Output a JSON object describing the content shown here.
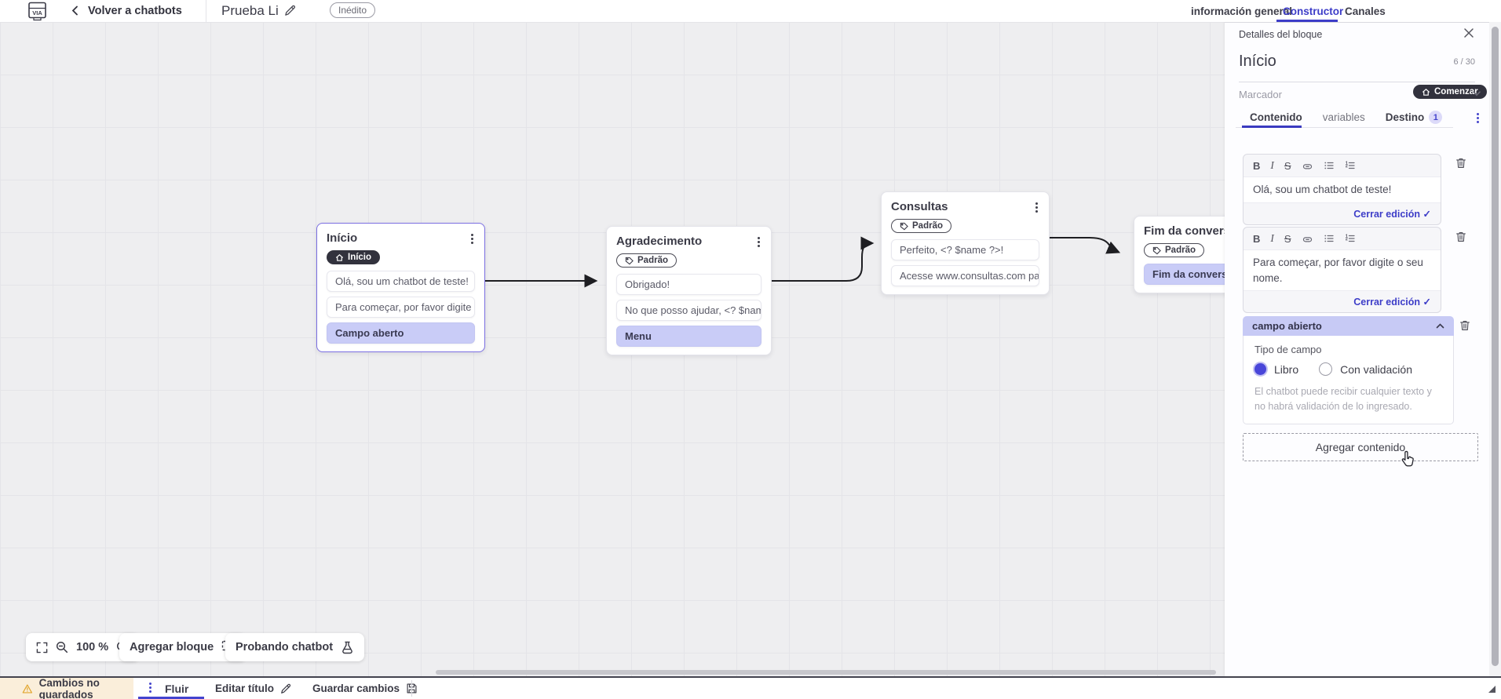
{
  "header": {
    "logo_label": "VIA",
    "back_label": "Volver a chatbots",
    "title": "Prueba Li",
    "status_badge": "Inédito",
    "tabs": [
      {
        "label": "información general",
        "active": false
      },
      {
        "label": "Constructor",
        "active": true
      },
      {
        "label": "Canales",
        "active": false
      }
    ]
  },
  "canvas": {
    "controls": {
      "zoom_level": "100 %",
      "add_block": "Agregar bloque",
      "test_chatbot": "Probando chatbot"
    },
    "nodes": [
      {
        "title": "Início",
        "badge": "Início",
        "badge_style": "dark",
        "selected": true,
        "rows": [
          {
            "text": "Olá, sou um chatbot de teste!",
            "highlight": false
          },
          {
            "text": "Para começar, por favor digite o ...",
            "highlight": false
          },
          {
            "text": "Campo aberto",
            "highlight": true
          }
        ]
      },
      {
        "title": "Agradecimento",
        "badge": "Padrão",
        "badge_style": "outline",
        "selected": false,
        "rows": [
          {
            "text": "Obrigado!",
            "highlight": false
          },
          {
            "text": "No que posso ajudar, <? $name ...",
            "highlight": false
          },
          {
            "text": "Menu",
            "highlight": true
          }
        ]
      },
      {
        "title": "Consultas",
        "badge": "Padrão",
        "badge_style": "outline",
        "selected": false,
        "rows": [
          {
            "text": "Perfeito, <? $name ?>!",
            "highlight": false
          },
          {
            "text": "Acesse www.consultas.com par...",
            "highlight": false
          }
        ]
      },
      {
        "title": "Fim da conversa",
        "badge": "Padrão",
        "badge_style": "outline",
        "selected": false,
        "rows": [
          {
            "text": "Fim da conversa",
            "highlight": true
          }
        ]
      }
    ]
  },
  "panel": {
    "header": "Detalles del bloque",
    "block_name": "Início",
    "counter": "6 / 30",
    "marker_label": "Marcador",
    "marker_value": "Comenzar",
    "tabs": {
      "content": "Contenido",
      "variables": "variables",
      "destination": "Destino",
      "destination_badge": "1"
    },
    "toolbar": {
      "bold": "B",
      "italic": "I",
      "strike": "S"
    },
    "close_check": "✓",
    "editors": [
      {
        "text": "Olá, sou um chatbot de teste!",
        "close_label": "Cerrar edición"
      },
      {
        "text": "Para começar, por favor digite o seu nome.",
        "close_label": "Cerrar edición"
      }
    ],
    "open_field": {
      "title": "campo abierto",
      "type_label": "Tipo de campo",
      "option_free": "Libro",
      "option_free_selected": true,
      "option_validated": "Con validación",
      "option_validated_selected": false,
      "help": "El chatbot puede recibir cualquier texto y no habrá validación de lo ingresado."
    },
    "add_content": "Agregar contenido"
  },
  "footer": {
    "unsaved": "Cambios no guardados",
    "flow_tab": "Fluir",
    "edit_title": "Editar título",
    "save": "Guardar cambios"
  },
  "colors": {
    "accent": "#3d3dc8",
    "highlight_lavender": "#c9ccf7",
    "dark_pill": "#32323d",
    "selected_node_border": "#7b6fe2",
    "warning_bg": "#faeeda",
    "warning_icon": "#e2a62e"
  }
}
